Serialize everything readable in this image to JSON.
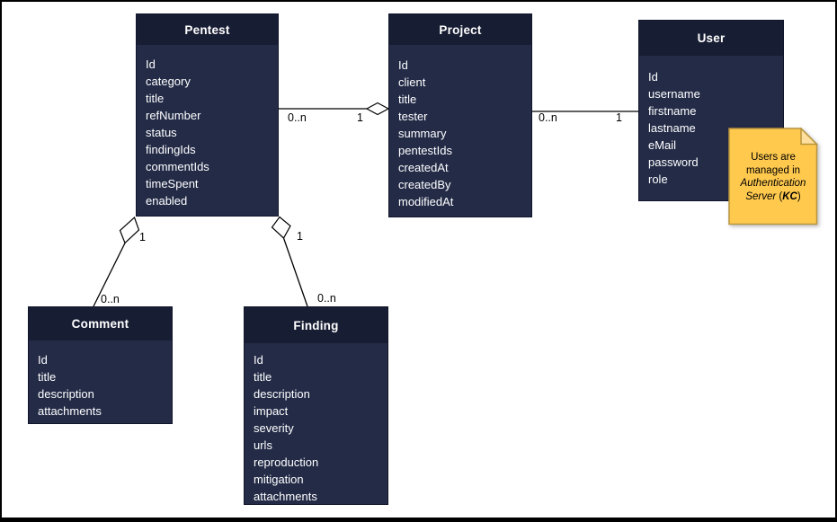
{
  "diagram": {
    "kind": "entity-relationship-diagram"
  },
  "colors": {
    "canvas_bg": "#FFFFFF",
    "canvas_border": "#000000",
    "entity_header_bg": "#171D33",
    "entity_body_bg": "#232B47",
    "entity_text": "#FFFFFF",
    "connector_line": "#000000",
    "diamond_fill": "#FFFFFF",
    "note_bg": "#FFC94E",
    "note_border": "#B7943F",
    "note_text": "#000000"
  },
  "entities": [
    {
      "name": "Pentest",
      "fields": [
        "Id",
        "category",
        "title",
        "refNumber",
        "status",
        "findingIds",
        "commentIds",
        "timeSpent",
        "enabled"
      ]
    },
    {
      "name": "Project",
      "fields": [
        "Id",
        "client",
        "title",
        "tester",
        "summary",
        "pentestIds",
        "createdAt",
        "createdBy",
        "modifiedAt"
      ]
    },
    {
      "name": "User",
      "fields": [
        "Id",
        "username",
        "firstname",
        "lastname",
        "eMail",
        "password",
        "role"
      ]
    },
    {
      "name": "Comment",
      "fields": [
        "Id",
        "title",
        "description",
        "attachments"
      ]
    },
    {
      "name": "Finding",
      "fields": [
        "Id",
        "title",
        "description",
        "impact",
        "severity",
        "urls",
        "reproduction",
        "mitigation",
        "attachments"
      ]
    }
  ],
  "connections": [
    {
      "from": "Pentest",
      "to": "Project",
      "source_label": "0..n",
      "target_label": "1",
      "diamond_at": "Project"
    },
    {
      "from": "Project",
      "to": "User",
      "source_label": "0..n",
      "target_label": "1",
      "diamond_at": "none"
    },
    {
      "from": "Pentest",
      "to": "Comment",
      "source_label": "1",
      "target_label": "0..n",
      "diamond_at": "Pentest"
    },
    {
      "from": "Pentest",
      "to": "Finding",
      "source_label": "1",
      "target_label": "0..n",
      "diamond_at": "Pentest"
    }
  ],
  "note": {
    "text_regular": "Users are managed in ",
    "text_italic": "Authentication Server",
    "paren_open": " (",
    "kc": "KC",
    "paren_close": ")"
  }
}
